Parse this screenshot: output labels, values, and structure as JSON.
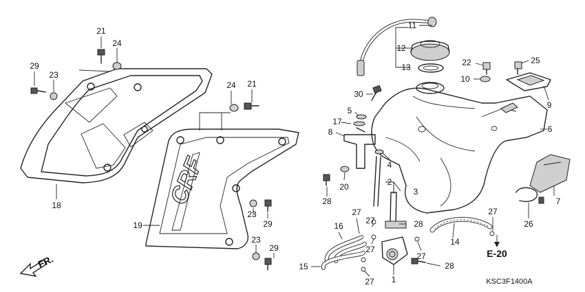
{
  "diagram": {
    "callouts": {
      "c1": "1",
      "c2": "2",
      "c3": "3",
      "c4": "4",
      "c5": "5",
      "c6": "6",
      "c7": "7",
      "c8": "8",
      "c9": "9",
      "c10": "10",
      "c11": "11",
      "c12": "12",
      "c13": "13",
      "c14": "14",
      "c15": "15",
      "c16": "16",
      "c17": "17",
      "c18": "18",
      "c19": "19",
      "c20": "20",
      "c21a": "21",
      "c21b": "21",
      "c22": "22",
      "c23a": "23",
      "c23b": "23",
      "c23c": "23",
      "c24a": "24",
      "c24b": "24",
      "c25": "25",
      "c26": "26",
      "c27a": "27",
      "c27b": "27",
      "c27c": "27",
      "c27d": "27",
      "c27e": "27",
      "c27f": "27",
      "c28a": "28",
      "c28b": "28",
      "c28c": "28",
      "c29a": "29",
      "c29b": "29",
      "c29c": "29",
      "c30": "30"
    },
    "front_label": "FR.",
    "reference_label": "E-20",
    "diagram_code": "KSC3F1400A",
    "shroud_graphic_text": "CRF"
  }
}
